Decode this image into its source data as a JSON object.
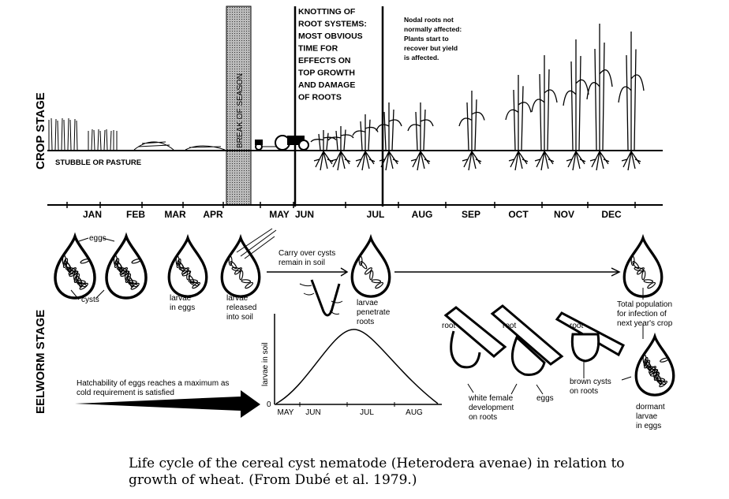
{
  "crop_stage": {
    "heading": "CROP STAGE",
    "stubble_label": "STUBBLE OR PASTURE",
    "break_label": "BREAK OF SEASON",
    "knotting_lines": [
      "KNOTTING OF",
      "ROOT SYSTEMS:",
      "MOST OBVIOUS",
      "TIME FOR",
      "EFFECTS ON",
      "TOP GROWTH",
      "AND DAMAGE",
      "OF ROOTS"
    ],
    "nodal_lines": [
      "Nodal roots not",
      "normally affected:",
      "Plants start to",
      "recover but yield",
      "is affected."
    ]
  },
  "months": [
    "JAN",
    "FEB",
    "MAR",
    "APR",
    "MAY",
    "JUN",
    "JUL",
    "AUG",
    "SEP",
    "OCT",
    "NOV",
    "DEC"
  ],
  "eelworm_stage": {
    "heading": "EELWORM STAGE",
    "eggs": "eggs",
    "cysts": "cysts",
    "larvae_in_eggs": [
      "larvae",
      "in eggs"
    ],
    "larvae_released": [
      "larvae",
      "released",
      "into soil"
    ],
    "carry_over": [
      "Carry over cysts",
      "remain in soil"
    ],
    "larvae_penetrate": [
      "larvae",
      "penetrate",
      "roots"
    ],
    "total_population": [
      "Total population",
      "for infection of",
      "next year's crop"
    ],
    "root": "root",
    "white_female": [
      "white female",
      "development",
      "on roots"
    ],
    "eggs2": "eggs",
    "brown_cysts": [
      "brown cysts",
      "on roots"
    ],
    "dormant": [
      "dormant",
      "larvae",
      "in eggs"
    ],
    "hatchability": [
      "Hatchability of eggs reaches a maximum as",
      "cold requirement is satisfied"
    ],
    "graph": {
      "ylabel": "larvae in soil",
      "zero": "0",
      "xticks": [
        "MAY",
        "JUN",
        "JUL",
        "AUG"
      ]
    }
  },
  "caption": [
    "Life cycle of the cereal cyst nematode (Heterodera avenae) in relation to",
    "growth of wheat. (From Dubé et al. 1979.)"
  ]
}
